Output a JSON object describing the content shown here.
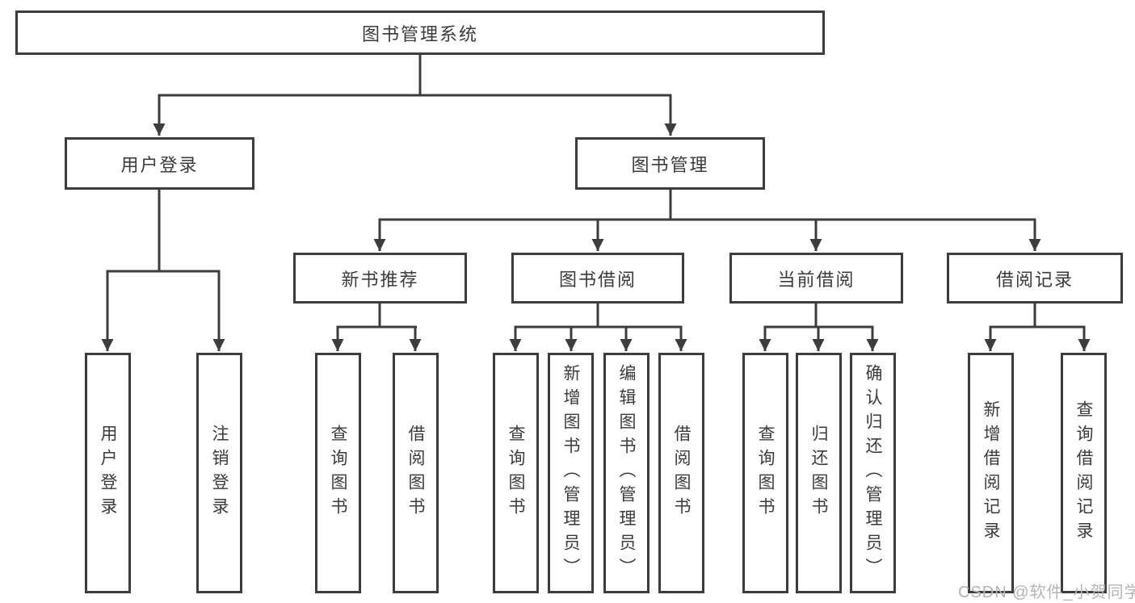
{
  "tree": {
    "label": "图书管理系统",
    "children": [
      {
        "label": "用户登录",
        "children": [
          {
            "label": "用户登录"
          },
          {
            "label": "注销登录"
          }
        ]
      },
      {
        "label": "图书管理",
        "children": [
          {
            "label": "新书推荐",
            "children": [
              {
                "label": "查询图书"
              },
              {
                "label": "借阅图书"
              }
            ]
          },
          {
            "label": "图书借阅",
            "children": [
              {
                "label": "查询图书"
              },
              {
                "label": "新增图书（管理员）"
              },
              {
                "label": "编辑图书（管理员）"
              },
              {
                "label": "借阅图书"
              }
            ]
          },
          {
            "label": "当前借阅",
            "children": [
              {
                "label": "查询图书"
              },
              {
                "label": "归还图书"
              },
              {
                "label": "确认归还（管理员）"
              }
            ]
          },
          {
            "label": "借阅记录",
            "children": [
              {
                "label": "新增借阅记录"
              },
              {
                "label": "查询借阅记录"
              }
            ]
          }
        ]
      }
    ]
  },
  "watermark": {
    "text": "CSDN @软件_小贺同学"
  },
  "colors": {
    "line": "#3d3d3d",
    "text": "#3b3b3b",
    "box_fill": "#ffffff",
    "watermark": "#b4b4b4",
    "background": "#ffffff"
  }
}
